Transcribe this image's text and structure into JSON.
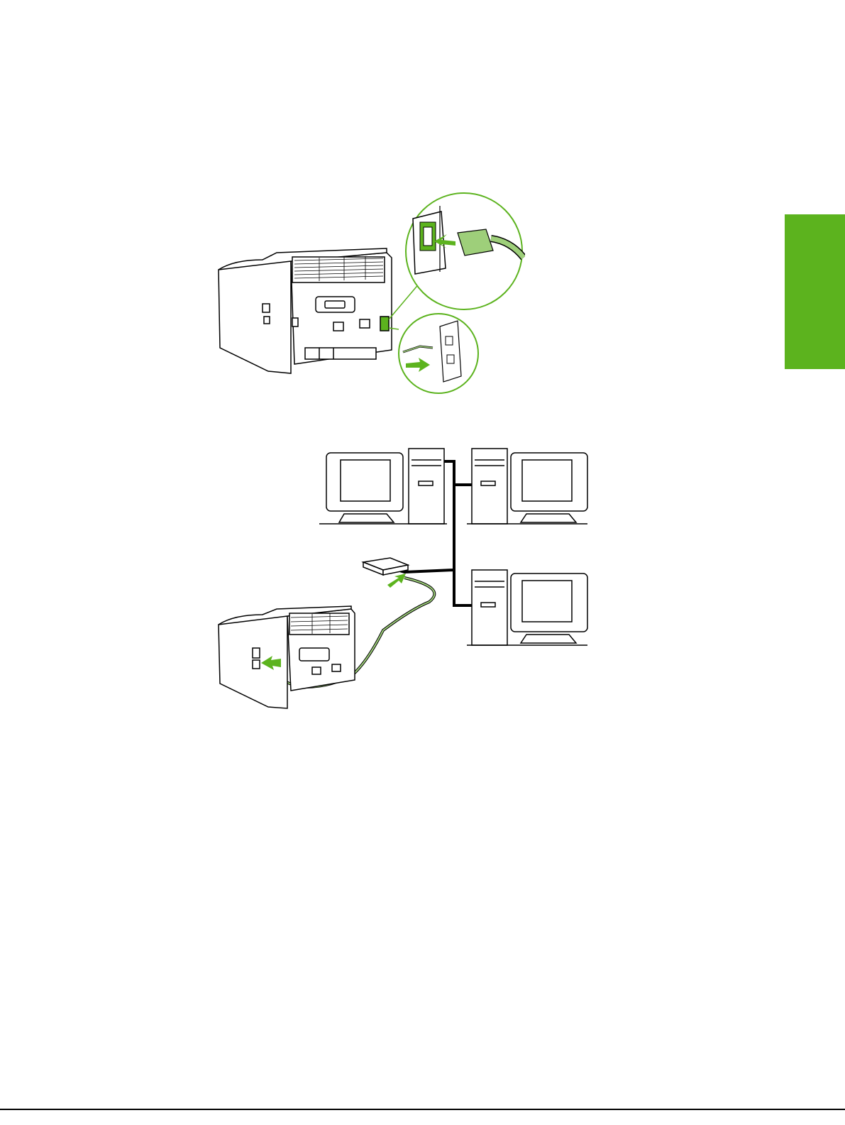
{
  "accent_color": "#5cb31e",
  "figures": [
    {
      "name": "power-connection-figure",
      "elements": [
        "printer-rear-view",
        "power-socket-detail",
        "wall-outlet-detail",
        "insert-arrows"
      ]
    },
    {
      "name": "network-connection-figure",
      "elements": [
        "printer-rear-view",
        "network-hub",
        "computer",
        "computer",
        "computer",
        "insert-arrows"
      ]
    }
  ],
  "icons": [
    "green-arrow-icon",
    "wall-outlet-icon",
    "power-plug-icon",
    "hub-icon",
    "computer-icon",
    "printer-icon"
  ],
  "footer": {
    "left_text": "",
    "right_text": ""
  }
}
